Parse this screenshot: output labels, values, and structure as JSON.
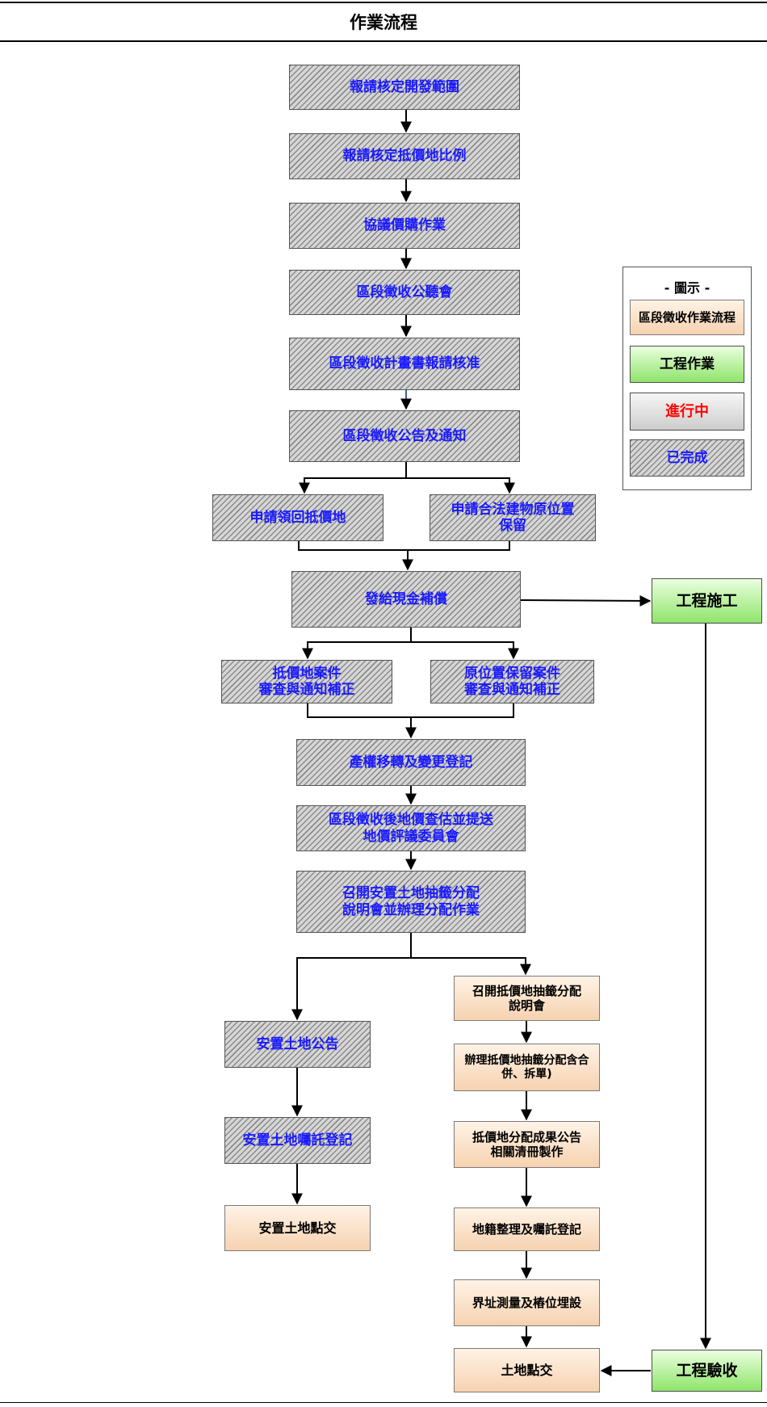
{
  "header": {
    "title": "作業流程"
  },
  "legend": {
    "title": "- 圖示 -",
    "items": {
      "flow": "區段徵收作業流程",
      "engineering": "工程作業",
      "in_progress": "進行中",
      "completed": "已完成"
    }
  },
  "steps": {
    "s1": "報請核定開發範圍",
    "s2": "報請核定抵價地比例",
    "s3": "協議價購作業",
    "s4": "區段徵收公聽會",
    "s5": "區段徵收計畫書報請核准",
    "s6": "區段徵收公告及通知",
    "s7a": "申請領回抵價地",
    "s7b": "申請合法建物原位置\n保留",
    "s8": "發給現金補償",
    "s9a": "抵價地案件\n審查與通知補正",
    "s9b": "原位置保留案件\n審查與通知補正",
    "s10": "產權移轉及變更登記",
    "s11": "區段徵收後地價查估並提送\n地價評議委員會",
    "s12": "召開安置土地抽籤分配\n說明會並辦理分配作業",
    "l1": "安置土地公告",
    "l2": "安置土地囑託登記",
    "l3": "安置土地點交",
    "r1": "召開抵價地抽籤分配\n說明會",
    "r2": "辦理抵價地抽籤分配含合\n併、拆單)",
    "r3": "抵價地分配成果公告\n相關清冊製作",
    "r4": "地籍整理及囑託登記",
    "r5": "界址測量及樁位埋設",
    "r6": "土地點交",
    "e1": "工程施工",
    "e2": "工程驗收"
  }
}
